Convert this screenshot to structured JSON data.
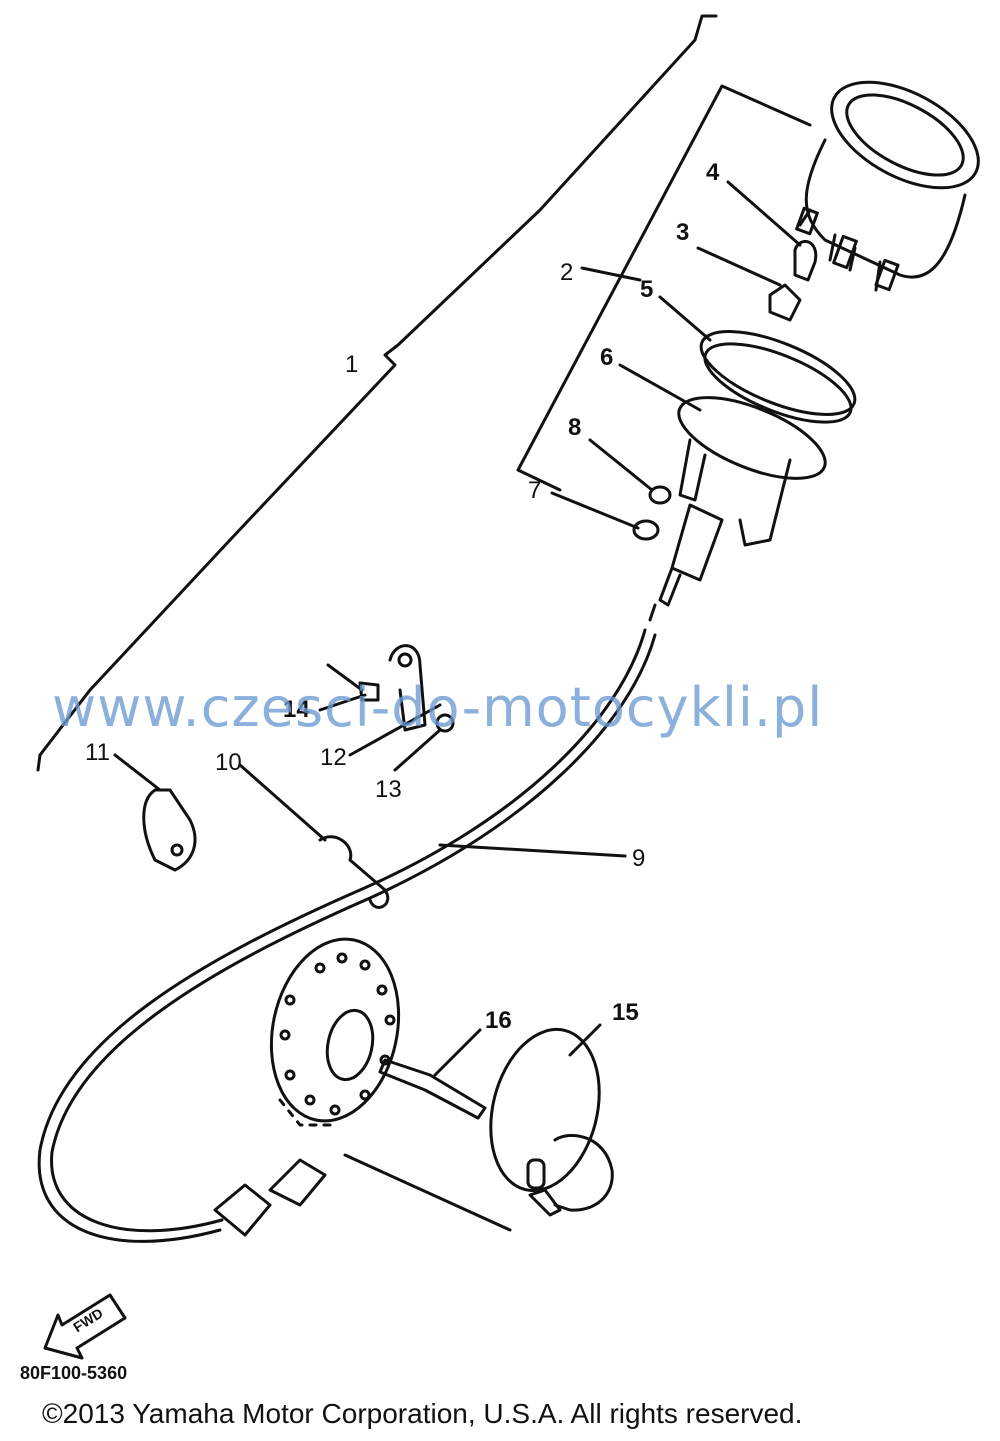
{
  "callouts": {
    "c1": "1",
    "c2": "2",
    "c3": "3",
    "c4": "4",
    "c5": "5",
    "c6": "6",
    "c7": "7",
    "c8": "8",
    "c9": "9",
    "c10": "10",
    "c11": "11",
    "c12": "12",
    "c13": "13",
    "c14": "14",
    "c15": "15",
    "c16": "16"
  },
  "watermark": "www.czesci-do-motocykli.pl",
  "part_code": "80F100-5360",
  "fwd_label": "FWD",
  "copyright": "©2013 Yamaha Motor Corporation, U.S.A. All rights reserved."
}
